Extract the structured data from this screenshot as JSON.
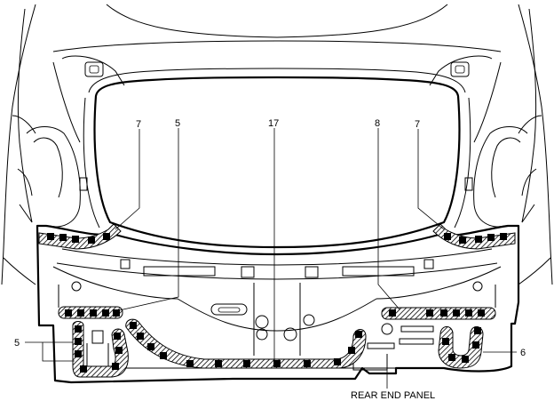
{
  "labels": {
    "c7_left": "7",
    "c5_top": "5",
    "c17": "17",
    "c8": "8",
    "c7_right": "7",
    "c5_left": "5",
    "c6": "6",
    "rear_end_panel": "REAR END PANEL"
  },
  "colors": {
    "line": "#000000",
    "hatch": "#000000",
    "background": "#ffffff"
  },
  "icons": {
    "spot_weld": "black-square",
    "sealer_band": "hatched-band"
  }
}
